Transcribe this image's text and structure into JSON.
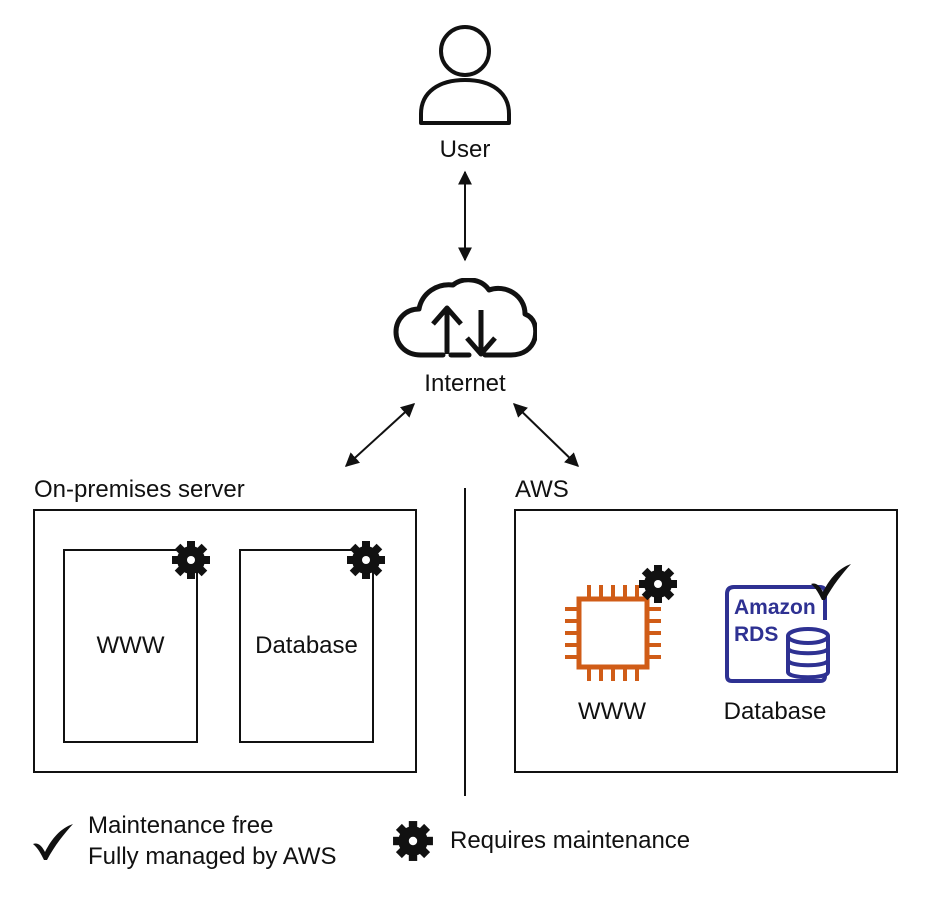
{
  "user": {
    "label": "User",
    "icon": "user-icon"
  },
  "internet": {
    "label": "Internet",
    "icon": "cloud-upload-download-icon"
  },
  "on_premises": {
    "title": "On-premises server",
    "boxes": [
      {
        "label": "WWW",
        "badge": "gear-icon"
      },
      {
        "label": "Database",
        "badge": "gear-icon"
      }
    ]
  },
  "aws": {
    "title": "AWS",
    "items": [
      {
        "label": "WWW",
        "icon": "ec2-chip-icon",
        "badge": "gear-icon",
        "color": "#D05C17"
      },
      {
        "label": "Database",
        "icon": "amazon-rds-icon",
        "icon_text": [
          "Amazon",
          "RDS"
        ],
        "badge": "checkmark-icon",
        "color": "#2E3192"
      }
    ]
  },
  "legend": {
    "check_line1": "Maintenance free",
    "check_line2": "Fully managed by AWS",
    "gear_text": "Requires maintenance"
  }
}
